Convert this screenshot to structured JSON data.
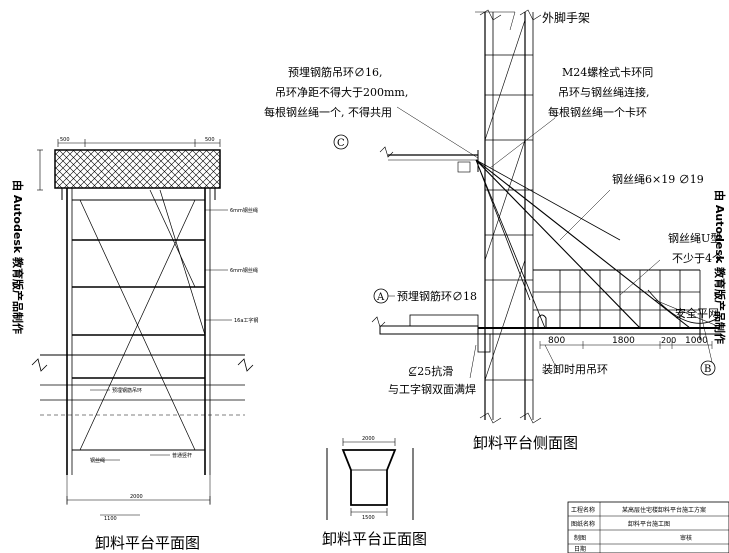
{
  "watermark": {
    "left": "由 Autodesk 教育版产品制作",
    "right": "由 Autodesk 教育版产品制作"
  },
  "plan": {
    "title": "卸料平台平面图",
    "dim_left": "500",
    "dim_right": "500",
    "dim_bottom": "2000",
    "dim_bottom2": "1100",
    "label_rope1": "6mm钢丝绳",
    "label_rope2": "6mm钢丝绳",
    "label_channel": "16a工字钢",
    "label_a": "预埋钢筋吊环",
    "label_b": "钢丝绳",
    "label_c": "普通竖杆"
  },
  "front": {
    "title": "卸料平台正面图",
    "dim_top": "2000",
    "dim_bottom": "1500"
  },
  "side": {
    "title": "卸料平台侧面图",
    "scaffold": "外脚手架",
    "note_c_1": "预埋钢筋吊环∅16,",
    "note_c_2": "吊环净距不得大于200mm,",
    "note_c_3": "每根钢丝绳一个, 不得共用",
    "marker_c": "C",
    "note_clip_1": "M24螺栓式卡环同",
    "note_clip_2": "吊环与钢丝绳连接,",
    "note_clip_3": "每根钢丝绳一个卡环",
    "rope_spec": "钢丝绳6×19  ∅19",
    "rope_clip_1": "钢丝绳U型",
    "rope_clip_2": "不少于4个",
    "safety_net": "安全平网",
    "marker_a": "A",
    "ring_note": "预埋钢筋环∅18",
    "weld_note_1": "⊈25抗滑",
    "weld_note_2": "与工字钢双面满焊",
    "lift_note": "装卸时用吊环",
    "marker_b": "B",
    "dim1": "800",
    "dim2": "1800",
    "dim3": "200",
    "dim4": "1000"
  },
  "titleblock": {
    "r1_label": "工程名称",
    "r1_value": "某高层住宅楼卸料平台施工方案",
    "r2_label": "图纸名称",
    "r2_value": "卸料平台施工图",
    "r3_label": "制图",
    "r3_value": "审核",
    "r4_label": "日期"
  }
}
